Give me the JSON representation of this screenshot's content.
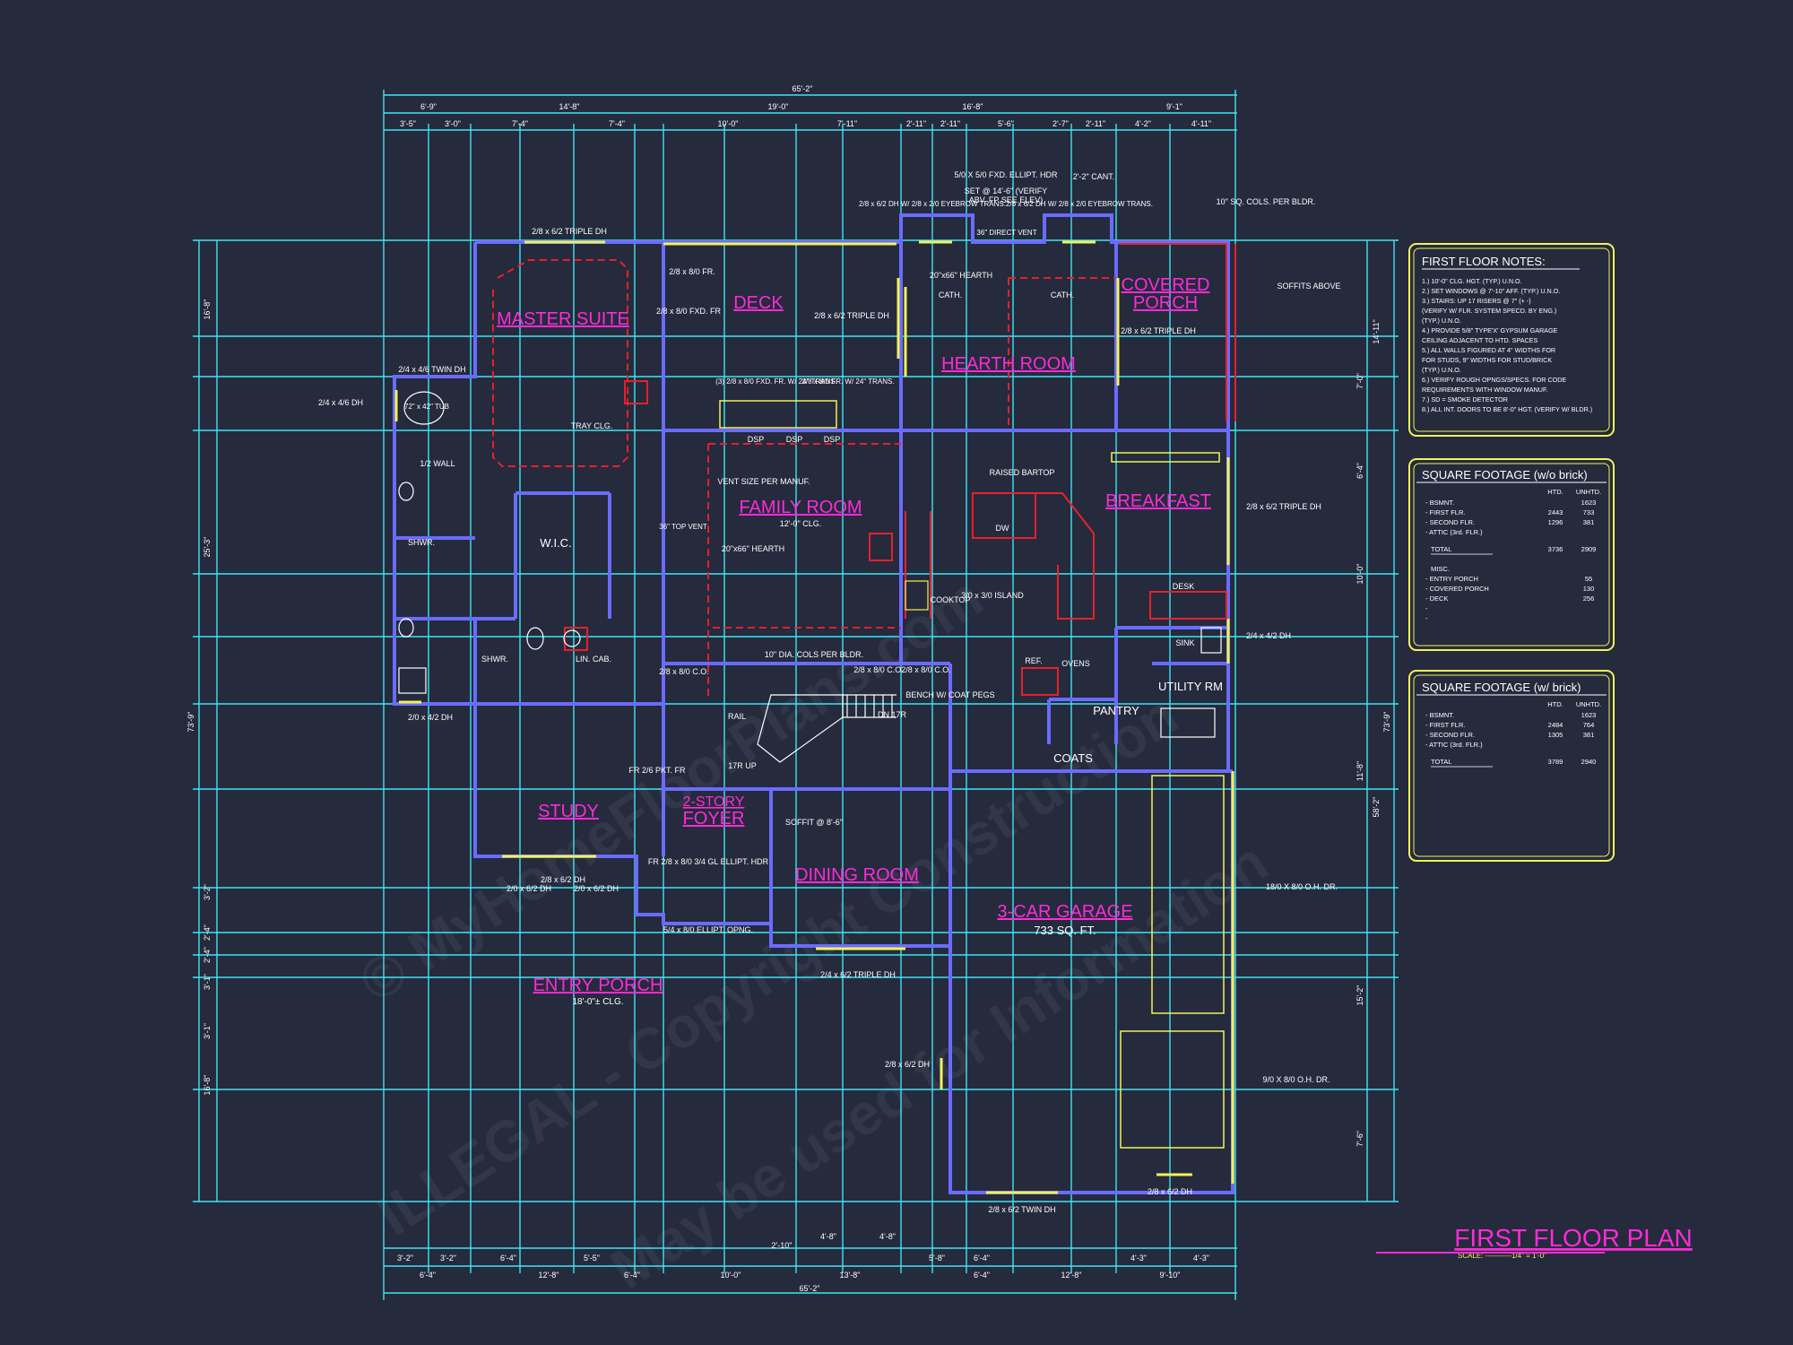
{
  "title": {
    "label": "FIRST FLOOR PLAN",
    "scale": "SCALE: -----------1/4\" = 1'-0\""
  },
  "watermark": {
    "line1": "© MyHomeFloorPlans.com",
    "line2": "ILLEGAL - Copyright Construction",
    "line3": "May be used for Information"
  },
  "rooms": {
    "master_suite": "MASTER SUITE",
    "deck": "DECK",
    "covered_porch_1": "COVERED",
    "covered_porch_2": "PORCH",
    "hearth_room": "HEARTH ROOM",
    "family_room": "FAMILY ROOM",
    "breakfast": "BREAKFAST",
    "study": "STUDY",
    "foyer_1": "2-STORY",
    "foyer_2": "FOYER",
    "dining_room": "DINING ROOM",
    "garage": "3-CAR GARAGE",
    "garage_sqft": "733 SQ. FT.",
    "entry_porch": "ENTRY PORCH",
    "entry_porch_clg": "18'-0\"± CLG.",
    "utility": "UTILITY RM",
    "pantry": "PANTRY",
    "coats": "COATS",
    "wic": "W.I.C."
  },
  "annotations": {
    "triple_dh_top": "2/8 x 6/2 TRIPLE DH",
    "twin_dh": "2/4 x 4/6 TWIN DH",
    "dh_246": "2/4 x 4/6 DH",
    "tub": "72\" x 42\" TUB",
    "half_wall": "1/2 WALL",
    "tray_clg": "TRAY CLG.",
    "fr_28_810": "2/8 x 8/0 FR.",
    "fr_28_810_fxd": "2/8 x 8/0 FXD. FR",
    "deck_triple": "2/8 x 6/2 TRIPLE DH",
    "trans_1": "(3) 2/8 x 8/0 FXD. FR. W/ 24\" TRANS.",
    "trans_2": "2/8 x 8/0 FR. W/ 24\" TRANS.",
    "dsp": "DSP",
    "elliptical": "5/0 X 5/0 FXD. ELLIPT. HDR",
    "set_14": "SET @ 14'-6\" (VERIFY",
    "abv_fp": "ABV. FP SEE ELEV)",
    "eyebrow_l": "2/8 x 6/2 DH W/ 2/8 x 2/0 EYEBROW TRANS.",
    "eyebrow_r": "2/8 x 6/2 DH W/ 2/8 x 2/0 EYEBROW TRANS.",
    "direct_vent": "36\" DIRECT VENT",
    "hearth_20": "20\"x66\" HEARTH",
    "cath_1": "CATH.",
    "cath_2": "CATH.",
    "cant": "2'-2\" CANT.",
    "sq_cols": "10\" SQ. COLS. PER BLDR.",
    "soffits": "SOFFITS ABOVE",
    "porch_triple": "2/8 x 6/2 TRIPLE DH",
    "breakfast_triple": "2/8 x 6/2 TRIPLE DH",
    "raised_bartop": "RAISED BARTOP",
    "dw": "DW",
    "island": "3/0 x 3/0 ISLAND",
    "cooktop": "COOKTOP",
    "desk": "DESK",
    "sink": "SINK",
    "ref": "REF.",
    "ovens": "OVENS",
    "vent_size": "VENT SIZE PER MANUF.",
    "family_clg": "12'-0\" CLG.",
    "family_hearth": "20\"x66\" HEARTH",
    "top_vent": "36\" TOP VENT",
    "dia_cols": "10\" DIA. COLS PER BLDR.",
    "co_1": "2/8 x 8/0 C.O.",
    "co_2": "2/8 x 8/0 C.O.",
    "co_3": "2/8 x 8/0 C.O.",
    "bench": "BENCH W/ COAT PEGS",
    "rail": "RAIL",
    "up": "17R UP",
    "dn": "DN 17R",
    "shwr": "SHWR.",
    "lin_cab": "LIN. CAB.",
    "fr_pkt": "FR 2/6 PKT. FR",
    "soffit_8": "SOFFIT @ 8'-6\"",
    "ellipt_hdr": "FR 2/8 x 8/0 3/4 GL ELLIPT. HDR",
    "ellipt_opng": "5/4 x 8/0 ELLIPT. OPNG.",
    "study_dh_1": "2/8 x 6/2 DH",
    "study_dh_2": "2/0 x 6/2 DH",
    "study_dh_3": "2/0 x 6/2 DH",
    "dining_triple": "2/4 x 6/2 TRIPLE DH",
    "bath_dh": "2/0 x 4/2 DH",
    "util_dh": "2/4 x 4/2 DH",
    "ohdr_1": "18/0 X 8/0 O.H. DR.",
    "ohdr_2": "9/0 X 8/0 O.H. DR.",
    "garage_dh": "2/8 x 6/2 DH",
    "garage_twin": "2/8 x 6/2 TWIN DH",
    "garage_dh_2": "2/8 x 6/2 DH"
  },
  "notes": {
    "title": "FIRST FLOOR NOTES:",
    "items": [
      "1.) 10'-0\" CLG. HGT. (TYP.) U.N.O.",
      "2.) SET WINDOWS @ 7'-10\" AFF. (TYP.) U.N.O.",
      "3.) STAIRS: UP 17 RISERS @ 7\" (+ -)",
      "(VERIFY W/ FLR. SYSTEM SPECD. BY ENG.)",
      "(TYP.) U.N.O.",
      "4.) PROVIDE 5/8\" TYPE'X' GYPSUM GARAGE",
      "CEILING ADJACENT TO HTD. SPACES",
      "5.) ALL WALLS FIGURED AT 4\" WIDTHS FOR",
      "FOR STUDS, 9\" WIDTHS FOR STUD/BRICK",
      "(TYP.) U.N.O.",
      "6.) VERIFY ROUGH OPNGS/SPECS. FOR CODE",
      "REQUIREMENTS WITH WINDOW MANUF.",
      "7.) SD = SMOKE DETECTOR",
      "8.) ALL INT. DOORS TO BE 8'-0\" HGT. (VERIFY W/ BLDR.)"
    ]
  },
  "sqft_wo": {
    "title": "SQUARE FOOTAGE (w/o brick)",
    "headers": [
      "HTD.",
      "UNHTD."
    ],
    "rows": [
      [
        "- BSMNT.",
        "",
        "1623"
      ],
      [
        "- FIRST FLR.",
        "2443",
        "733"
      ],
      [
        "- SECOND FLR.",
        "1296",
        "381"
      ],
      [
        "- ATTIC (3rd. FLR.)",
        "",
        ""
      ]
    ],
    "total": [
      "TOTAL",
      "3736",
      "2909"
    ],
    "misc_title": "MISC.",
    "misc": [
      [
        "- ENTRY PORCH",
        "",
        "55"
      ],
      [
        "- COVERED PORCH",
        "",
        "130"
      ],
      [
        "- DECK",
        "",
        "256"
      ],
      [
        "-",
        "",
        ""
      ],
      [
        "-",
        "",
        ""
      ]
    ]
  },
  "sqft_w": {
    "title": "SQUARE FOOTAGE (w/ brick)",
    "headers": [
      "HTD.",
      "UNHTD."
    ],
    "rows": [
      [
        "- BSMNT.",
        "",
        "1623"
      ],
      [
        "- FIRST FLR.",
        "2484",
        "764"
      ],
      [
        "- SECOND FLR.",
        "1305",
        "381"
      ],
      [
        "- ATTIC (3rd. FLR.)",
        "",
        ""
      ]
    ],
    "total": [
      "TOTAL",
      "3789",
      "2940"
    ]
  },
  "dims": {
    "top_overall": "65'-2\"",
    "bottom_overall": "65'-2\"",
    "top_row2": [
      "6'-9\"",
      "14'-8\"",
      "19'-0\"",
      "16'-8\"",
      "9'-1\""
    ],
    "top_row3": [
      "3'-5\"",
      "3'-0\"",
      "7'-4\"",
      "7'-4\"",
      "10'-0\"",
      "7'-11\"",
      "2'-11\"",
      "2'-11\"",
      "5'-6\"",
      "2'-7\"",
      "2'-11\"",
      "4'-2\"",
      "4'-11\""
    ],
    "bottom_row1": [
      "3'-2\"",
      "3'-2\"",
      "6'-4\"",
      "5'-5\"",
      "2'-10\"",
      "4'-8\"",
      "4'-8\"",
      "5'-8\"",
      "6'-4\"",
      "4'-3\"",
      "4'-3\""
    ],
    "bottom_row2": [
      "6'-4\"",
      "12'-8\"",
      "6'-4\"",
      "10'-0\"",
      "13'-8\"",
      "6'-4\"",
      "12'-8\"",
      "9'-10\""
    ],
    "left": [
      "16'-8\"",
      "25'-3\"",
      "3'-2\"",
      "2'-4\"",
      "2'-4\"",
      "3'-1\"",
      "3'-1\"",
      "16'-8\""
    ],
    "left_overall": "73'-9\"",
    "right": [
      "14'-11\"",
      "7'-0\"",
      "6'-4\"",
      "10'-0\"",
      "11'-8\"",
      "15'-2\"",
      "7'-6\""
    ],
    "right_overall": "73'-9\"",
    "right_mid": "58'-2\""
  },
  "colors": {
    "background": "#252a3d",
    "wall": "#6a6cff",
    "dimension": "#3fe4f2",
    "label": "#ff2bd8",
    "window": "#f2f25a",
    "hidden": "#e8202a",
    "text": "#ffffff"
  }
}
